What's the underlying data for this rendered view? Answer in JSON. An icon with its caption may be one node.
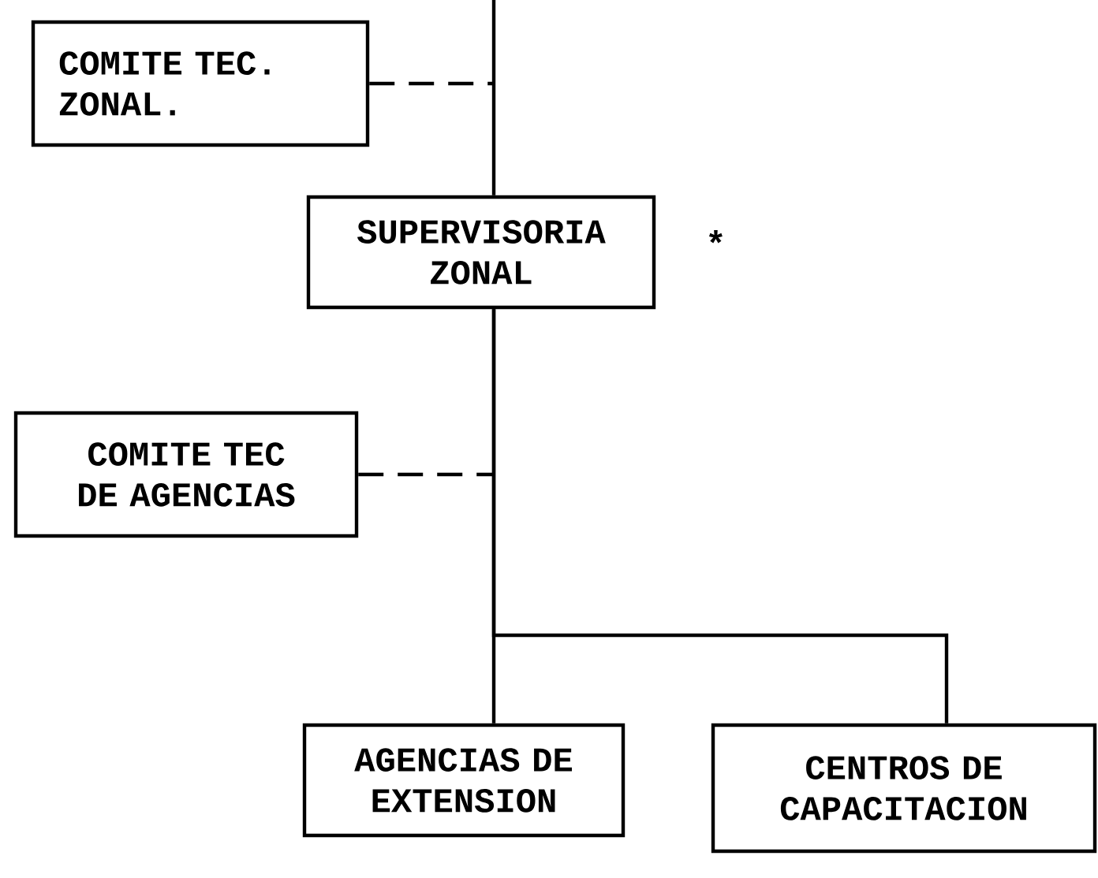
{
  "diagram": {
    "nodes": [
      {
        "text": [
          "COMITE TEC. ZONAL."
        ]
      },
      {
        "text": [
          "SUPERVISORIA ZONAL"
        ],
        "beside": [
          "*"
        ]
      },
      {
        "text": [
          "COMITE TEC DE AGENCIAS"
        ]
      },
      {
        "text": [
          "AGENCIAS DE EXTENSION"
        ]
      },
      {
        "text": [
          "CENTROS DE CAPACITACION"
        ]
      }
    ],
    "edges": [
      {
        "from": null,
        "to": 1,
        "arrow": "none"
      },
      {
        "from": 0,
        "to": null,
        "arrow": "none",
        "style": "dashed"
      },
      {
        "from": 2,
        "to": null,
        "arrow": "none",
        "style": "dashed"
      },
      {
        "from": 1,
        "to": 3,
        "arrow": "none"
      },
      {
        "from": 1,
        "to": 4,
        "arrow": "none"
      }
    ]
  }
}
